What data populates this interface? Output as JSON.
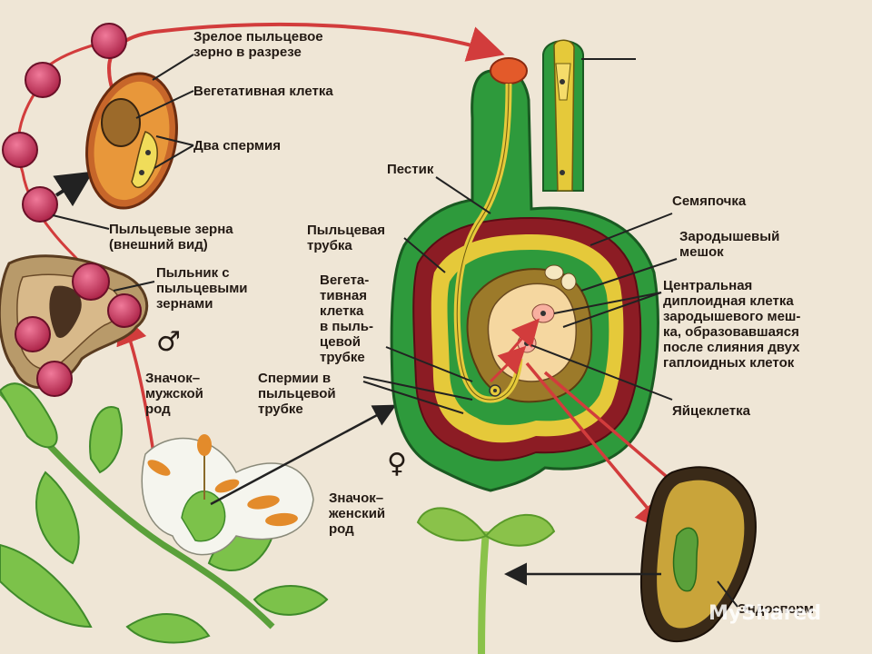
{
  "labels": {
    "mature_pollen_section": "Зрелое пыльцевое\nзерно в разрезе",
    "vegetative_cell": "Вегетативная клетка",
    "two_sperms": "Два спермия",
    "pollen_grains": "Пыльцевые зерна\n(внешний вид)",
    "anther": "Пыльник с\nпыльцевыми\nзернами",
    "male_sign": "Значок–\nмужской\nрод",
    "pistil": "Пестик",
    "pollen_tube": "Пыльцевая\nтрубка",
    "vegetative_cell_in_tube": "Вегета-\nтивная\nклетка\nв пыль-\nцевой\nтрубке",
    "sperms_in_tube": "Спермии в\nпыльцевой\nтрубке",
    "ovule": "Семяпочка",
    "embryo_sac": "Зародышевый\nмешок",
    "central_cell": "Центральная\nдиплоидная клетка\nзародышевого меш-\nка, образовавшаяся\nпосле слияния двух\nгаплоидных клеток",
    "egg_cell": "Яйцеклетка",
    "female_sign": "Значок–\nженский\nрод",
    "endosperm": "Эндосперм"
  },
  "symbols": {
    "male": "♂",
    "female": "♀"
  },
  "watermark": "MyShared",
  "colors": {
    "background": "#efe6d6",
    "pistil_green": "#2e9a3c",
    "ovary_maroon": "#8c1c24",
    "tube_yellow": "#e5c93a",
    "pollen_orange": "#e38b2b",
    "pollen_grain": "#c43455",
    "arrow_red": "#d23c3c",
    "leaf_green": "#7cc24a"
  }
}
